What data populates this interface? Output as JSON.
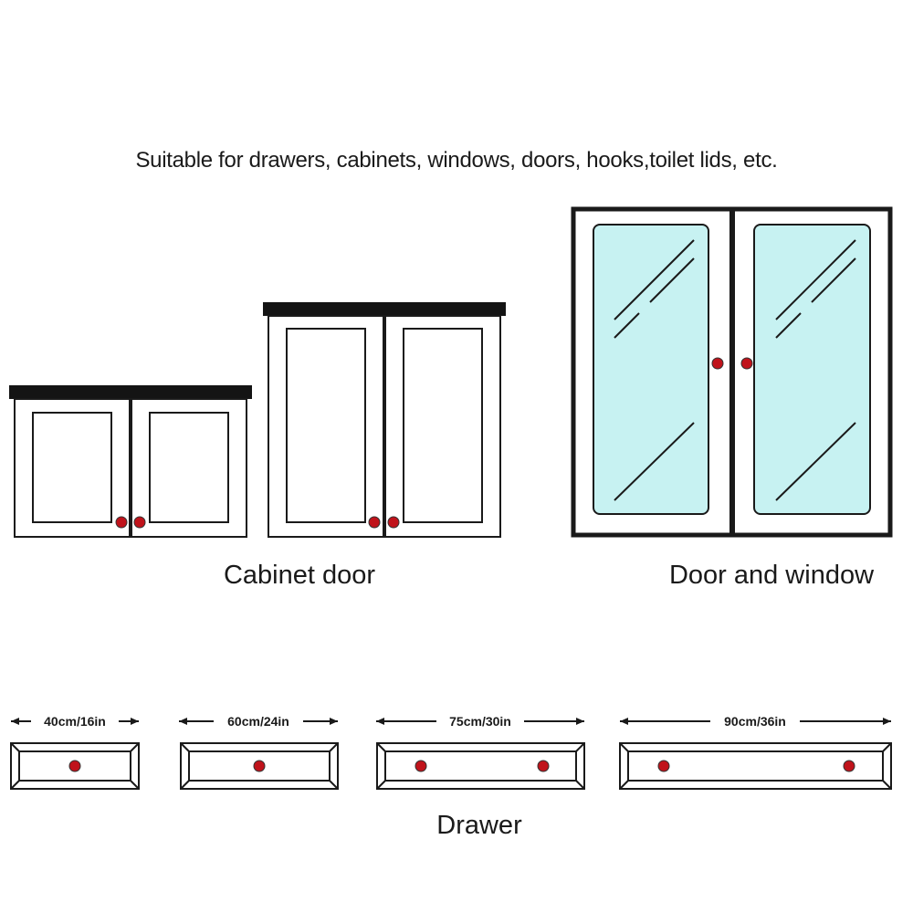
{
  "headline": "Suitable for drawers, cabinets, windows, doors, hooks,toilet lids, etc.",
  "captions": {
    "cabinet": "Cabinet door",
    "door_window": "Door and window",
    "drawer": "Drawer"
  },
  "drawers": [
    {
      "size_label": "40cm/16in",
      "knobs": 1
    },
    {
      "size_label": "60cm/24in",
      "knobs": 1
    },
    {
      "size_label": "75cm/30in",
      "knobs": 2
    },
    {
      "size_label": "90cm/36in",
      "knobs": 2
    }
  ],
  "colors": {
    "outline": "#1a1a1a",
    "knob": "#c0131b",
    "glass": "#c7f2f2",
    "countertop": "#141414"
  }
}
